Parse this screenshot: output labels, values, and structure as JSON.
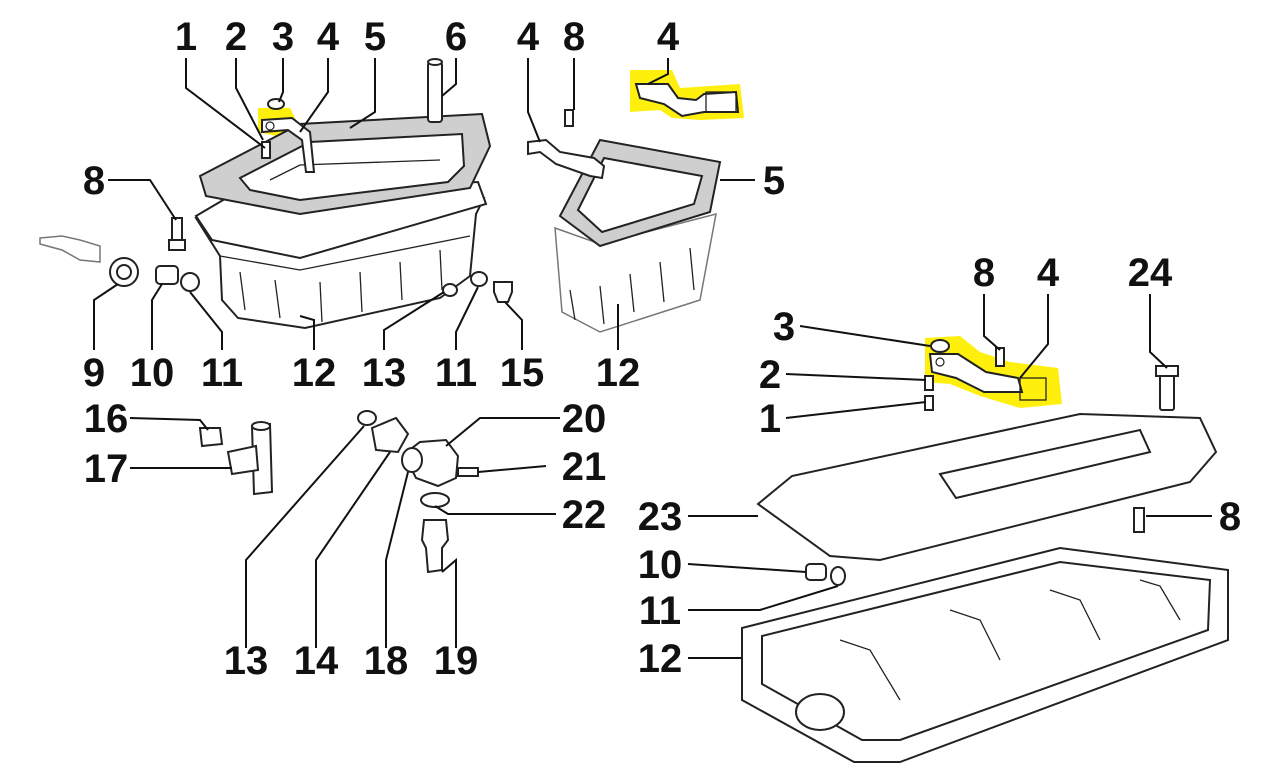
{
  "colors": {
    "ink": "#111111",
    "highlight": "#ffee00",
    "background": "#ffffff"
  },
  "callouts": {
    "a1": "1",
    "a2": "2",
    "a3": "3",
    "a4": "4",
    "a5": "5",
    "a6": "6",
    "b4": "4",
    "b8": "8",
    "b4h": "4",
    "b5": "5",
    "c8": "8",
    "c9": "9",
    "c10": "10",
    "c11": "11",
    "c12": "12",
    "c13": "13",
    "c11b": "11",
    "c15": "15",
    "c12b": "12",
    "d16": "16",
    "d17": "17",
    "d20": "20",
    "d21": "21",
    "d22": "22",
    "d13": "13",
    "d14": "14",
    "d18": "18",
    "d19": "19",
    "e3": "3",
    "e2": "2",
    "e1": "1",
    "e8": "8",
    "e4": "4",
    "e24": "24",
    "e23": "23",
    "e8b": "8",
    "e10": "10",
    "e11": "11",
    "e12": "12"
  }
}
